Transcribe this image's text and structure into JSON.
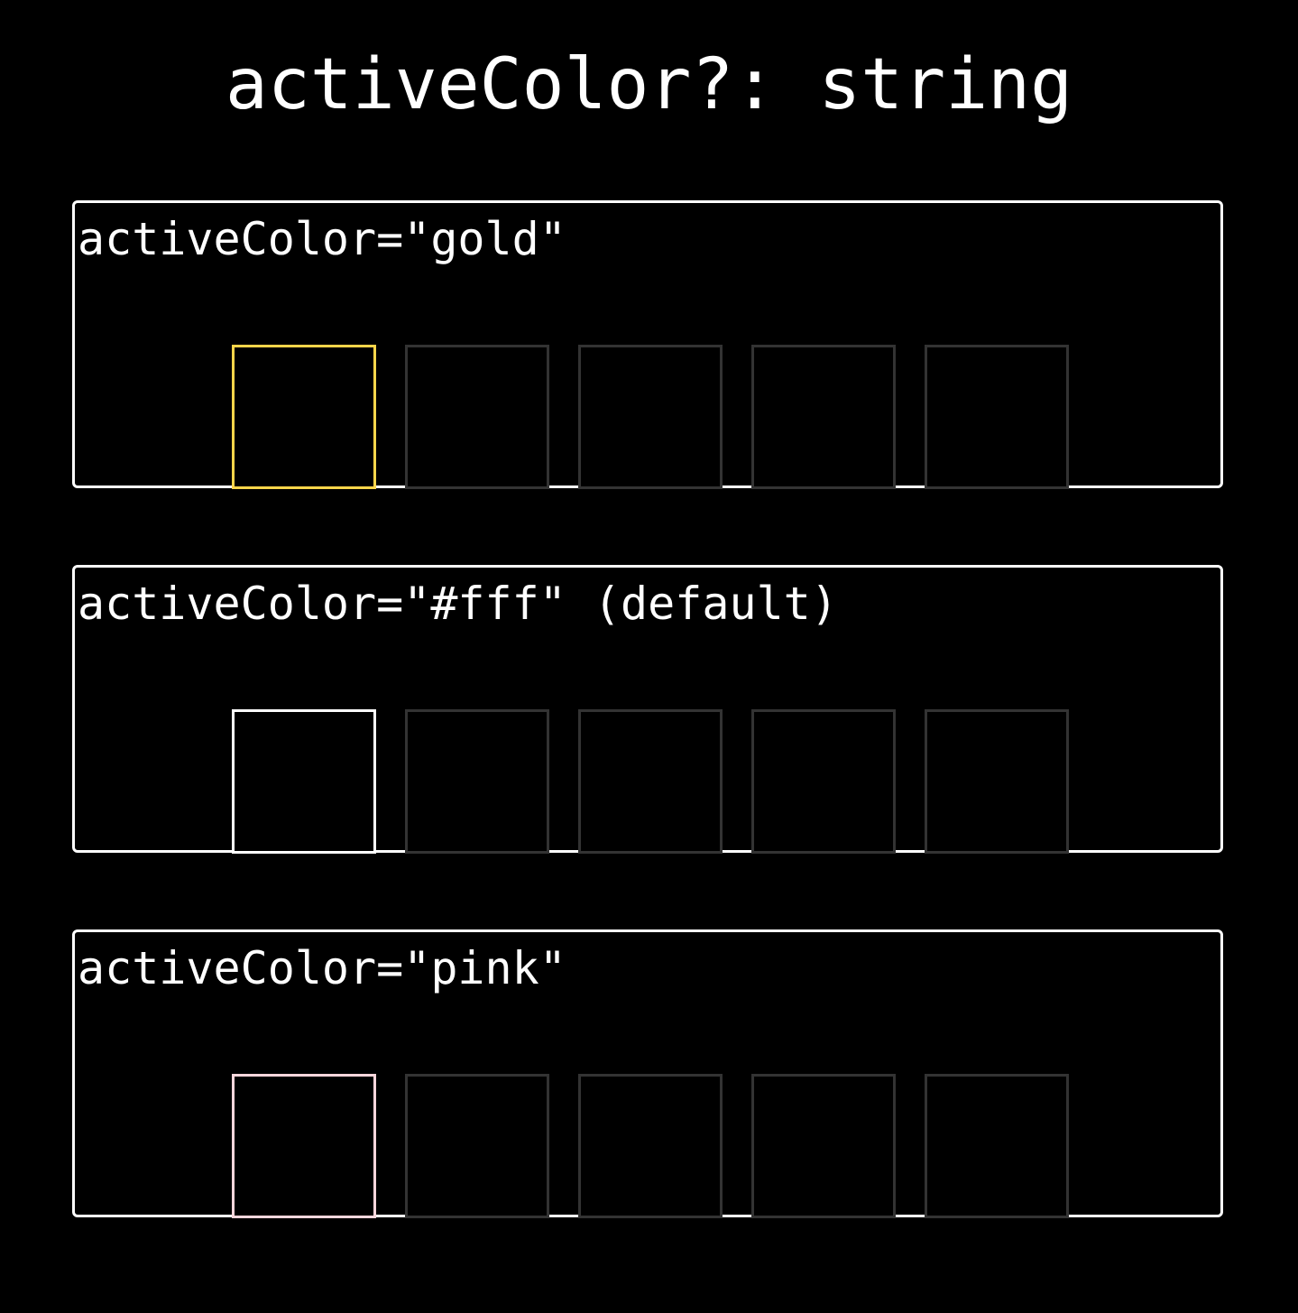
{
  "page": {
    "title": "activeColor?: string"
  },
  "colors": {
    "background": "#000000",
    "panel_border": "#ffffff",
    "text": "#ffffff",
    "inactive_border": "#333333"
  },
  "panels": [
    {
      "label": "activeColor=\"gold\"",
      "active_color": "#ffd54a",
      "active_index": 0,
      "box_count": 5
    },
    {
      "label": "activeColor=\"#fff\" (default)",
      "active_color": "#ffffff",
      "active_index": 0,
      "box_count": 5
    },
    {
      "label": "activeColor=\"pink\"",
      "active_color": "#f9d6dc",
      "active_index": 0,
      "box_count": 5
    }
  ]
}
